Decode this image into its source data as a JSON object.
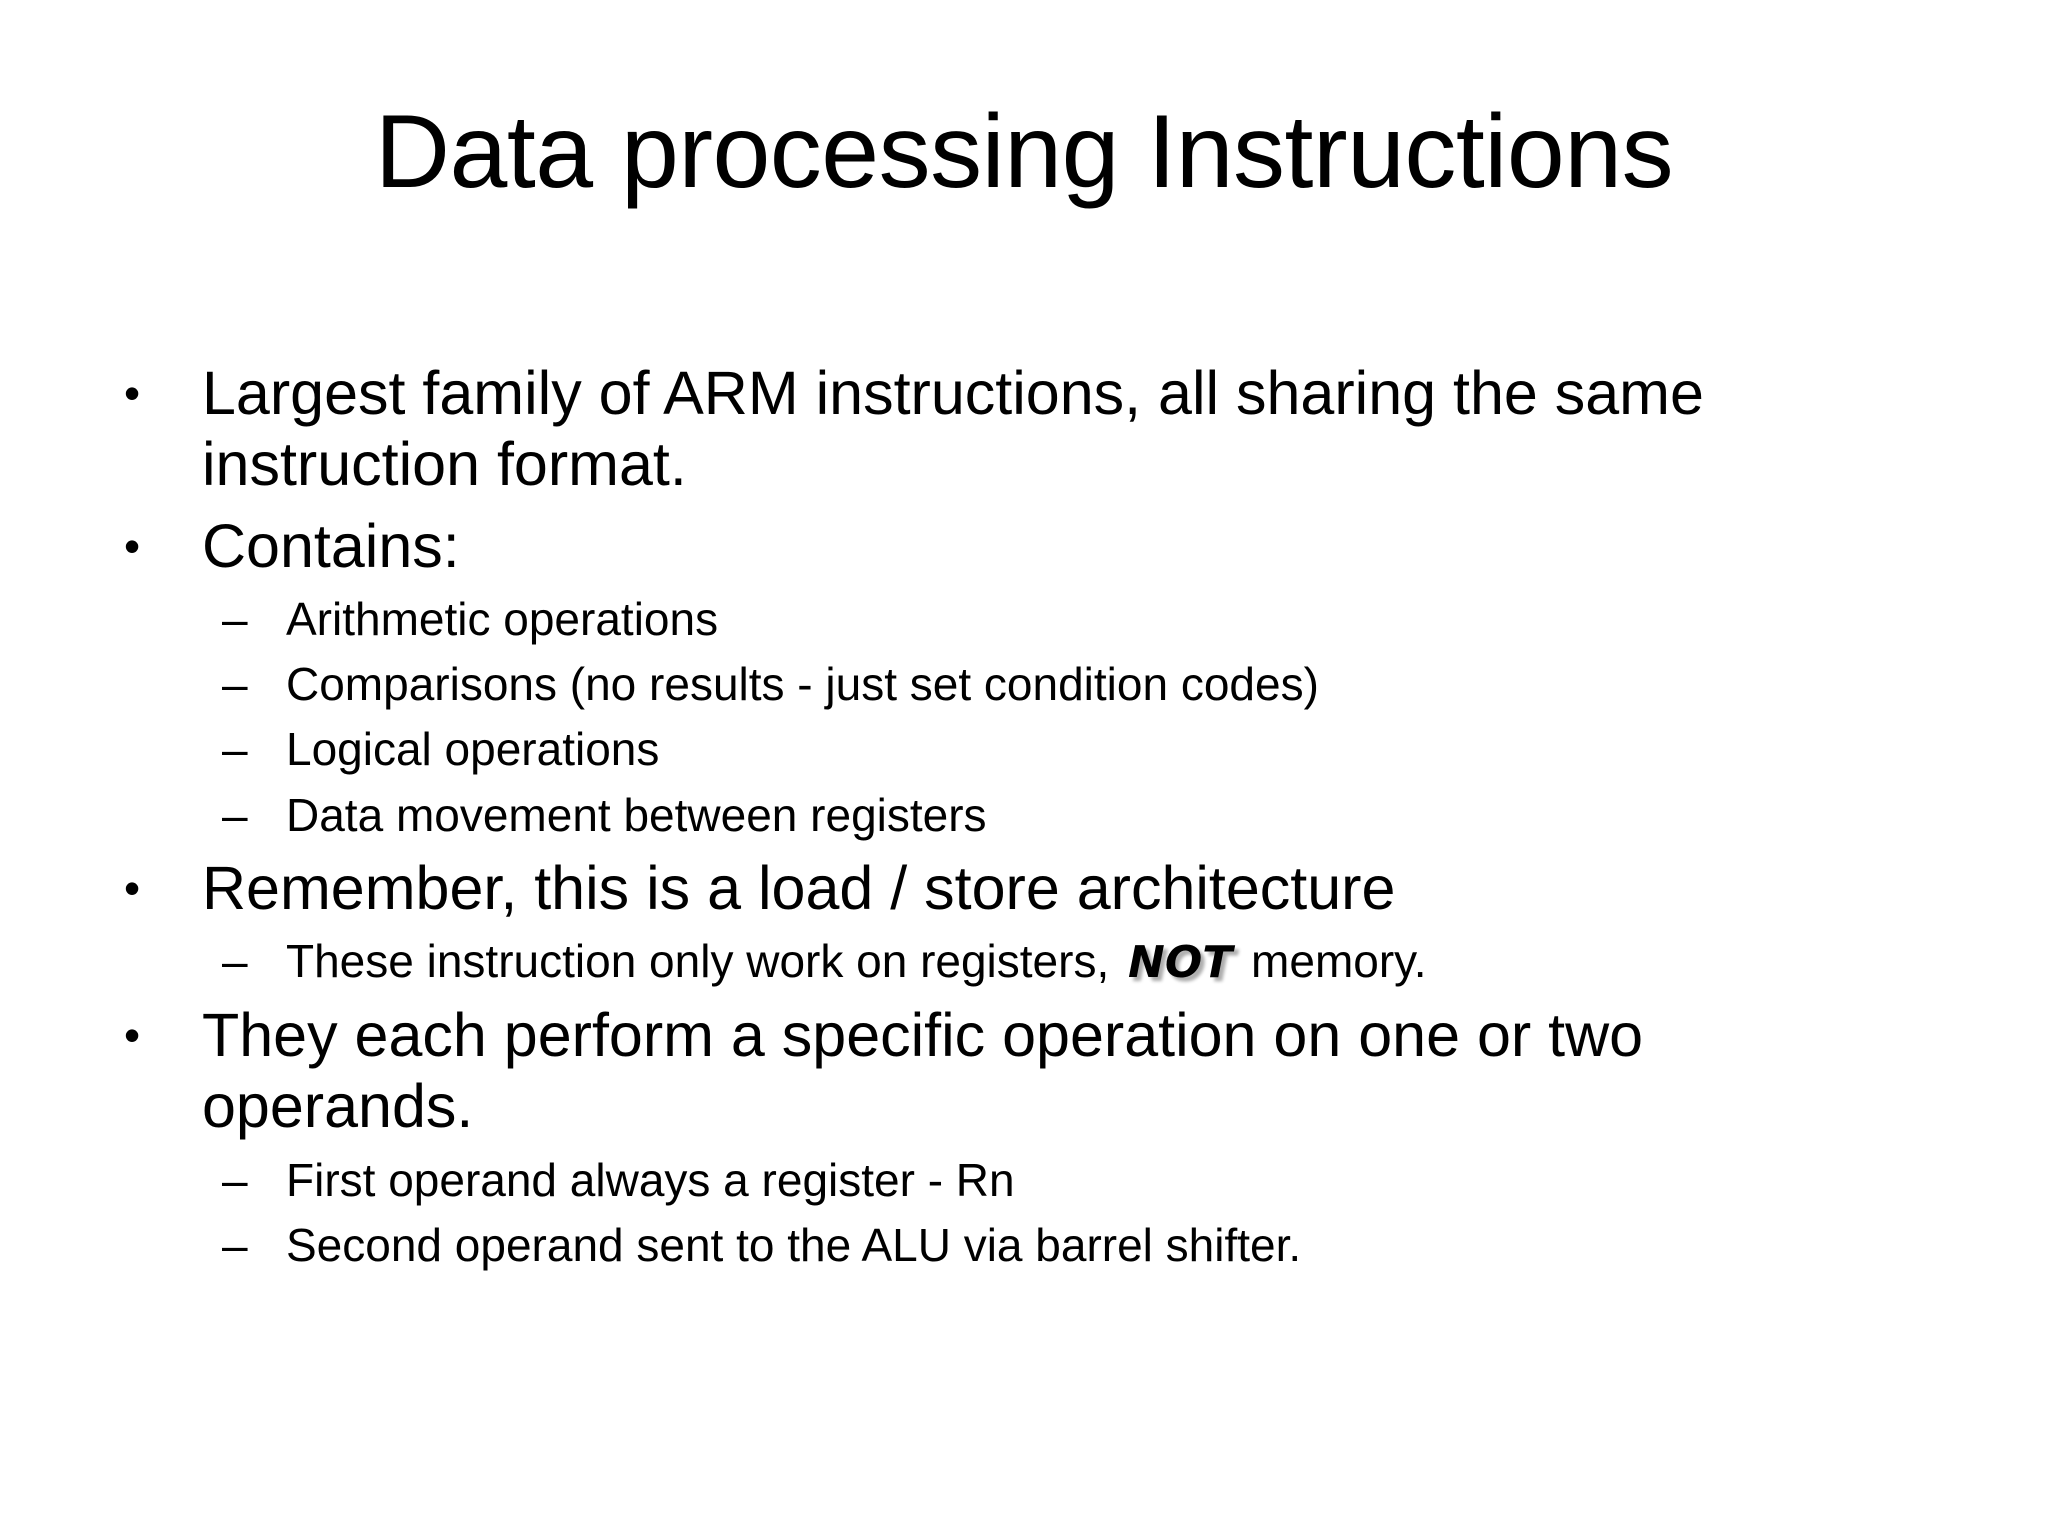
{
  "slide": {
    "title": "Data processing Instructions",
    "background_color": "#ffffff",
    "text_color": "#000000",
    "bullet_glyph": "•",
    "dash_glyph": "–",
    "content": [
      {
        "level": 1,
        "text": "Largest family of ARM instructions, all sharing the same instruction format."
      },
      {
        "level": 1,
        "text": "Contains:"
      },
      {
        "level": 2,
        "text": "Arithmetic operations"
      },
      {
        "level": 2,
        "text": "Comparisons (no results - just set condition codes)"
      },
      {
        "level": 2,
        "text": "Logical operations"
      },
      {
        "level": 2,
        "text": "Data movement between registers"
      },
      {
        "level": 1,
        "text": "Remember, this is a load / store architecture"
      },
      {
        "level": 2,
        "text_before": "These instruction only work on registers, ",
        "emphasis": "NOT",
        "text_after": " memory."
      },
      {
        "level": 1,
        "text": "They each perform a specific operation on one or two operands."
      },
      {
        "level": 2,
        "text": "First operand always a register - Rn"
      },
      {
        "level": 2,
        "text": "Second operand sent to the ALU via barrel shifter."
      }
    ]
  }
}
